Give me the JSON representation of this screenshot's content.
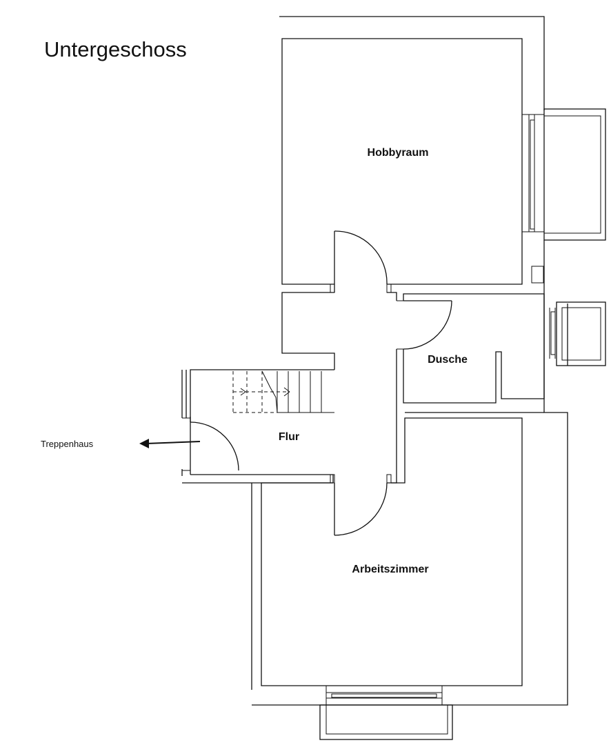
{
  "plan": {
    "title": "Untergeschoss",
    "rooms": {
      "hobbyraum": "Hobbyraum",
      "dusche": "Dusche",
      "flur": "Flur",
      "arbeitszimmer": "Arbeitszimmer"
    },
    "exit_label": "Treppenhaus"
  }
}
